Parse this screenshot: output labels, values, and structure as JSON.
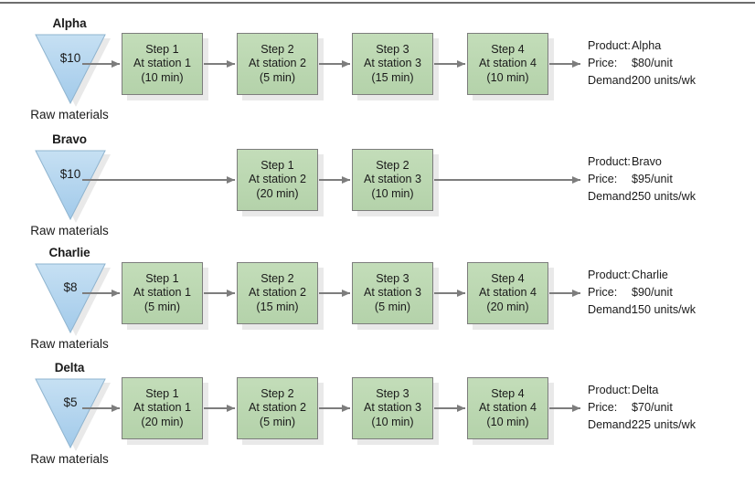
{
  "figure": {
    "background": "#ffffff",
    "box_fill": "#bcd9b3",
    "box_border": "#7d7d7d",
    "triangle_fill": "#b2d4ec",
    "arrow_color": "#7d7d7d",
    "shadow_color": "#e9e9e9",
    "raw_materials_caption": "Raw materials",
    "info_keys": {
      "product": "Product:",
      "price": "Price:",
      "demand": "Demand:"
    }
  },
  "chart_data": {
    "type": "diagram",
    "title": "",
    "rows": [
      {
        "name": "Alpha",
        "material_cost": "$10",
        "caption": "Raw materials",
        "steps": [
          {
            "step": "Step 1",
            "station": "At station 1",
            "time": "(10 min)",
            "column": 0
          },
          {
            "step": "Step 2",
            "station": "At station 2",
            "time": "(5 min)",
            "column": 1
          },
          {
            "step": "Step 3",
            "station": "At station 3",
            "time": "(15 min)",
            "column": 2
          },
          {
            "step": "Step 4",
            "station": "At station 4",
            "time": "(10 min)",
            "column": 3
          }
        ],
        "info": {
          "product": "Alpha",
          "price": "$80/unit",
          "demand": "200 units/wk"
        }
      },
      {
        "name": "Bravo",
        "material_cost": "$10",
        "caption": "Raw materials",
        "steps": [
          {
            "step": "Step 1",
            "station": "At station 2",
            "time": "(20 min)",
            "column": 1
          },
          {
            "step": "Step 2",
            "station": "At station 3",
            "time": "(10 min)",
            "column": 2
          }
        ],
        "info": {
          "product": "Bravo",
          "price": "$95/unit",
          "demand": "250 units/wk"
        }
      },
      {
        "name": "Charlie",
        "material_cost": "$8",
        "caption": "Raw materials",
        "steps": [
          {
            "step": "Step 1",
            "station": "At station 1",
            "time": "(5 min)",
            "column": 0
          },
          {
            "step": "Step 2",
            "station": "At station 2",
            "time": "(15 min)",
            "column": 1
          },
          {
            "step": "Step 3",
            "station": "At station 3",
            "time": "(5 min)",
            "column": 2
          },
          {
            "step": "Step 4",
            "station": "At station 4",
            "time": "(20 min)",
            "column": 3
          }
        ],
        "info": {
          "product": "Charlie",
          "price": "$90/unit",
          "demand": "150 units/wk"
        }
      },
      {
        "name": "Delta",
        "material_cost": "$5",
        "caption": "Raw materials",
        "steps": [
          {
            "step": "Step 1",
            "station": "At station 1",
            "time": "(20 min)",
            "column": 0
          },
          {
            "step": "Step 2",
            "station": "At station 2",
            "time": "(5 min)",
            "column": 1
          },
          {
            "step": "Step 3",
            "station": "At station 3",
            "time": "(10 min)",
            "column": 2
          },
          {
            "step": "Step 4",
            "station": "At station 4",
            "time": "(10 min)",
            "column": 3
          }
        ],
        "info": {
          "product": "Delta",
          "price": "$70/unit",
          "demand": "225 units/wk"
        }
      }
    ]
  }
}
